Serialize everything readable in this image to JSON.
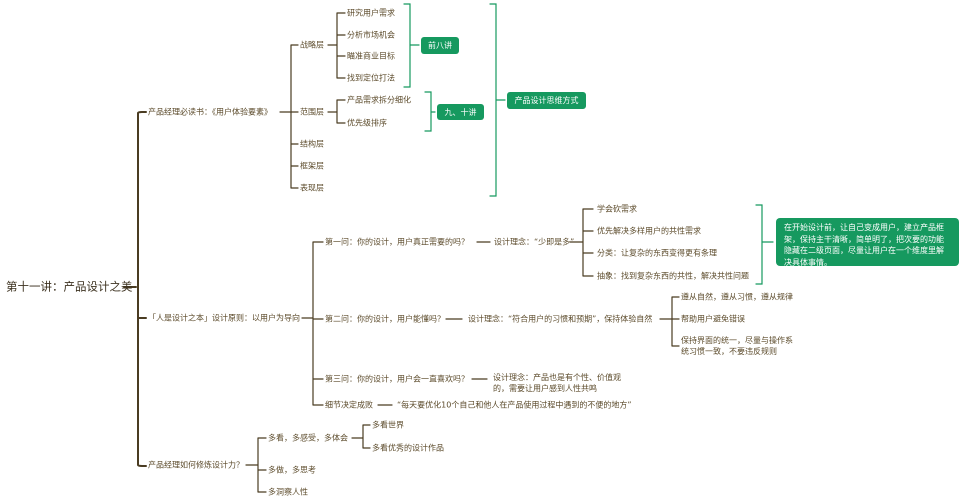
{
  "root": "第十一讲：产品设计之美",
  "book": {
    "label": "产品经理必读书：《用户体验要素》",
    "layers": [
      "战略层",
      "范围层",
      "结构层",
      "框架层",
      "表现层"
    ],
    "strategy": [
      "研究用户需求",
      "分析市场机会",
      "瞄准商业目标",
      "找到定位打法"
    ],
    "scope": [
      "产品需求拆分细化",
      "优先级排序"
    ],
    "tag1": "前八讲",
    "tag2": "九、十讲",
    "tag3": "产品设计思维方式"
  },
  "principle": {
    "label": "「人是设计之本」设计原则：以用户为导向",
    "q1": "第一问：你的设计，用户真正需要的吗？",
    "q1_idea": "设计理念：“少即是多”",
    "q1_items": [
      "学会砍需求",
      "优先解决多样用户的共性需求",
      "分类：让复杂的东西变得更有条理",
      "抽象：找到复杂东西的共性，解决共性问题"
    ],
    "q1_note": "在开始设计前，让自己变成用户，建立产品框架，保持主干清晰，简单明了，把次要的功能隐藏在二级页面，尽量让用户在一个维度里解决具体事情。",
    "q2": "第二问：你的设计，用户能懂吗？",
    "q2_idea": "设计理念：“符合用户的习惯和预期”，保持体验自然",
    "q2_items": [
      "遵从自然，遵从习惯，遵从规律",
      "帮助用户避免错误",
      "保持界面的统一，尽量与操作系统习惯一致，不要违反规则"
    ],
    "q3": "第三问：你的设计，用户会一直喜欢吗？",
    "q3_idea": "设计理念：产品也是有个性、价值观的，需要让用户感到人性共鸣",
    "detail": "细节决定成败",
    "detail_quote": "“每天要优化10个自己和他人在产品使用过程中遇到的不便的地方”"
  },
  "training": {
    "label": "产品经理如何修炼设计力？",
    "items": [
      "多看，多感受，多体会",
      "多做，多思考",
      "多洞察人性"
    ],
    "look": [
      "多看世界",
      "多看优秀的设计作品"
    ]
  },
  "colors": {
    "line": "#4a3c22",
    "green": "#16995f",
    "text": "#5b4a2a"
  }
}
